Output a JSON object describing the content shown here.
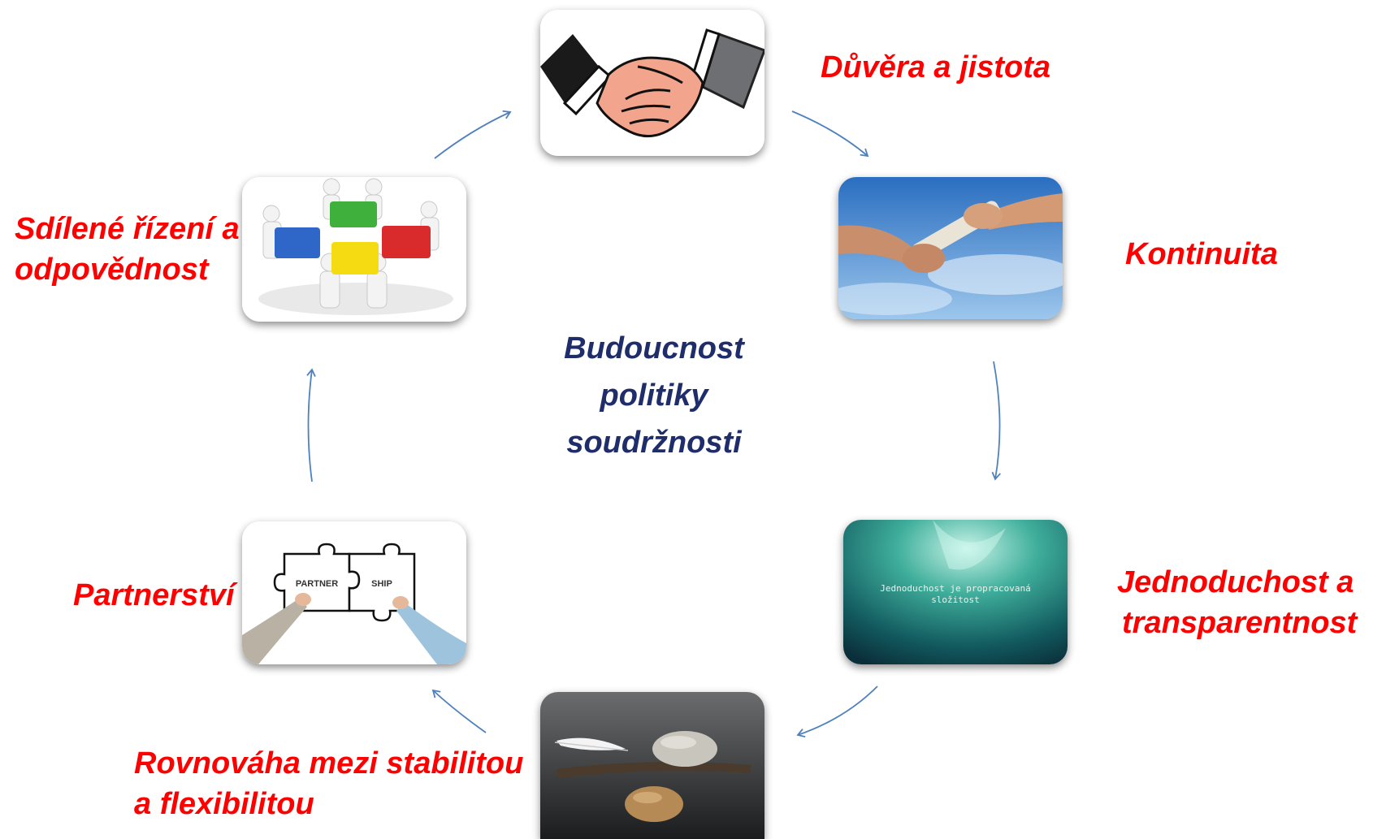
{
  "center_title": [
    "Budoucnost",
    "politiky",
    "soudržnosti"
  ],
  "stages": [
    {
      "id": "trust",
      "lines": [
        "Důvěra a jistota"
      ],
      "image": "handshake-image"
    },
    {
      "id": "continuity",
      "lines": [
        "Kontinuita"
      ],
      "image": "baton-relay-image"
    },
    {
      "id": "simplicity",
      "lines": [
        "Jednoduchost a",
        "transparentnost"
      ],
      "image": "aurora-quote-image"
    },
    {
      "id": "balance",
      "lines": [
        "Rovnováha mezi stabilitou",
        "a flexibilitou"
      ],
      "image": "feather-stone-balance-image"
    },
    {
      "id": "partnership",
      "lines": [
        "Partnerství"
      ],
      "image": "partner-ship-puzzle-image"
    },
    {
      "id": "shared",
      "lines": [
        "Sdílené řízení a",
        "odpovědnost"
      ],
      "image": "puzzle-team-image"
    }
  ],
  "quote_lines": [
    "Jednoduchost je propracovaná",
    "složitost"
  ],
  "puzzle_words": [
    "PARTNER",
    "SHIP"
  ],
  "colors": {
    "label": "#ff0000",
    "center": "#1f2d6b",
    "arrow": "#4f81bd"
  }
}
